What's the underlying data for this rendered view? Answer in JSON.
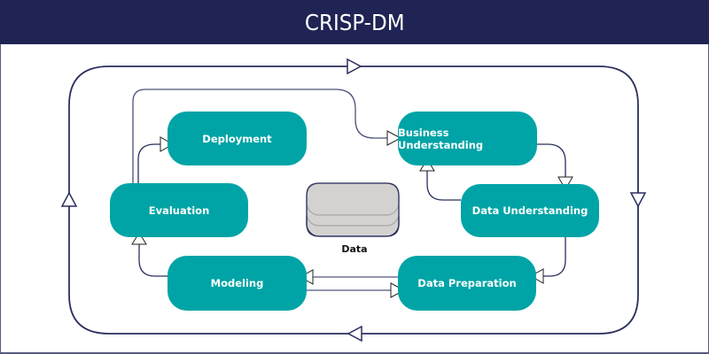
{
  "header": {
    "title": "CRISP-DM"
  },
  "colors": {
    "header_bg": "#1f2454",
    "node_fill": "#00a4a6",
    "node_text": "#ffffff",
    "line": "#2a2f5e",
    "data_fill": "#d3d2d0"
  },
  "nodes": {
    "business_understanding": {
      "label": "Business Understanding"
    },
    "data_understanding": {
      "label": "Data Understanding"
    },
    "data_preparation": {
      "label": "Data Preparation"
    },
    "modeling": {
      "label": "Modeling"
    },
    "evaluation": {
      "label": "Evaluation"
    },
    "deployment": {
      "label": "Deployment"
    }
  },
  "data_store": {
    "label": "Data"
  },
  "edges": [
    {
      "from": "Business Understanding",
      "to": "Data Understanding"
    },
    {
      "from": "Data Understanding",
      "to": "Business Understanding"
    },
    {
      "from": "Data Understanding",
      "to": "Data Preparation"
    },
    {
      "from": "Data Preparation",
      "to": "Modeling"
    },
    {
      "from": "Modeling",
      "to": "Data Preparation"
    },
    {
      "from": "Modeling",
      "to": "Evaluation"
    },
    {
      "from": "Evaluation",
      "to": "Deployment"
    },
    {
      "from": "Evaluation",
      "to": "Business Understanding"
    }
  ],
  "outer_cycle": {
    "direction": "clockwise"
  }
}
